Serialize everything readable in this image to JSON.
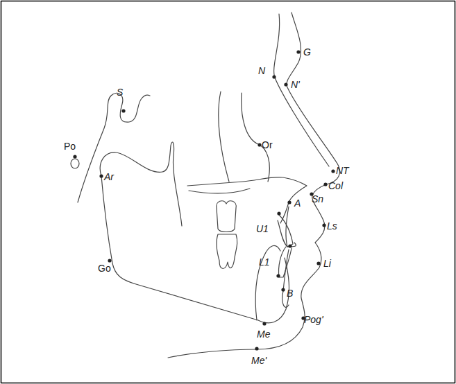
{
  "diagram": {
    "labels": [
      "G",
      "N",
      "N'",
      "S",
      "Po",
      "Or",
      "Ar",
      "NT",
      "Col",
      "Sn",
      "A",
      "Ls",
      "U1",
      "L1",
      "Li",
      "Go",
      "B",
      "Pog'",
      "Me",
      "Me'"
    ]
  }
}
